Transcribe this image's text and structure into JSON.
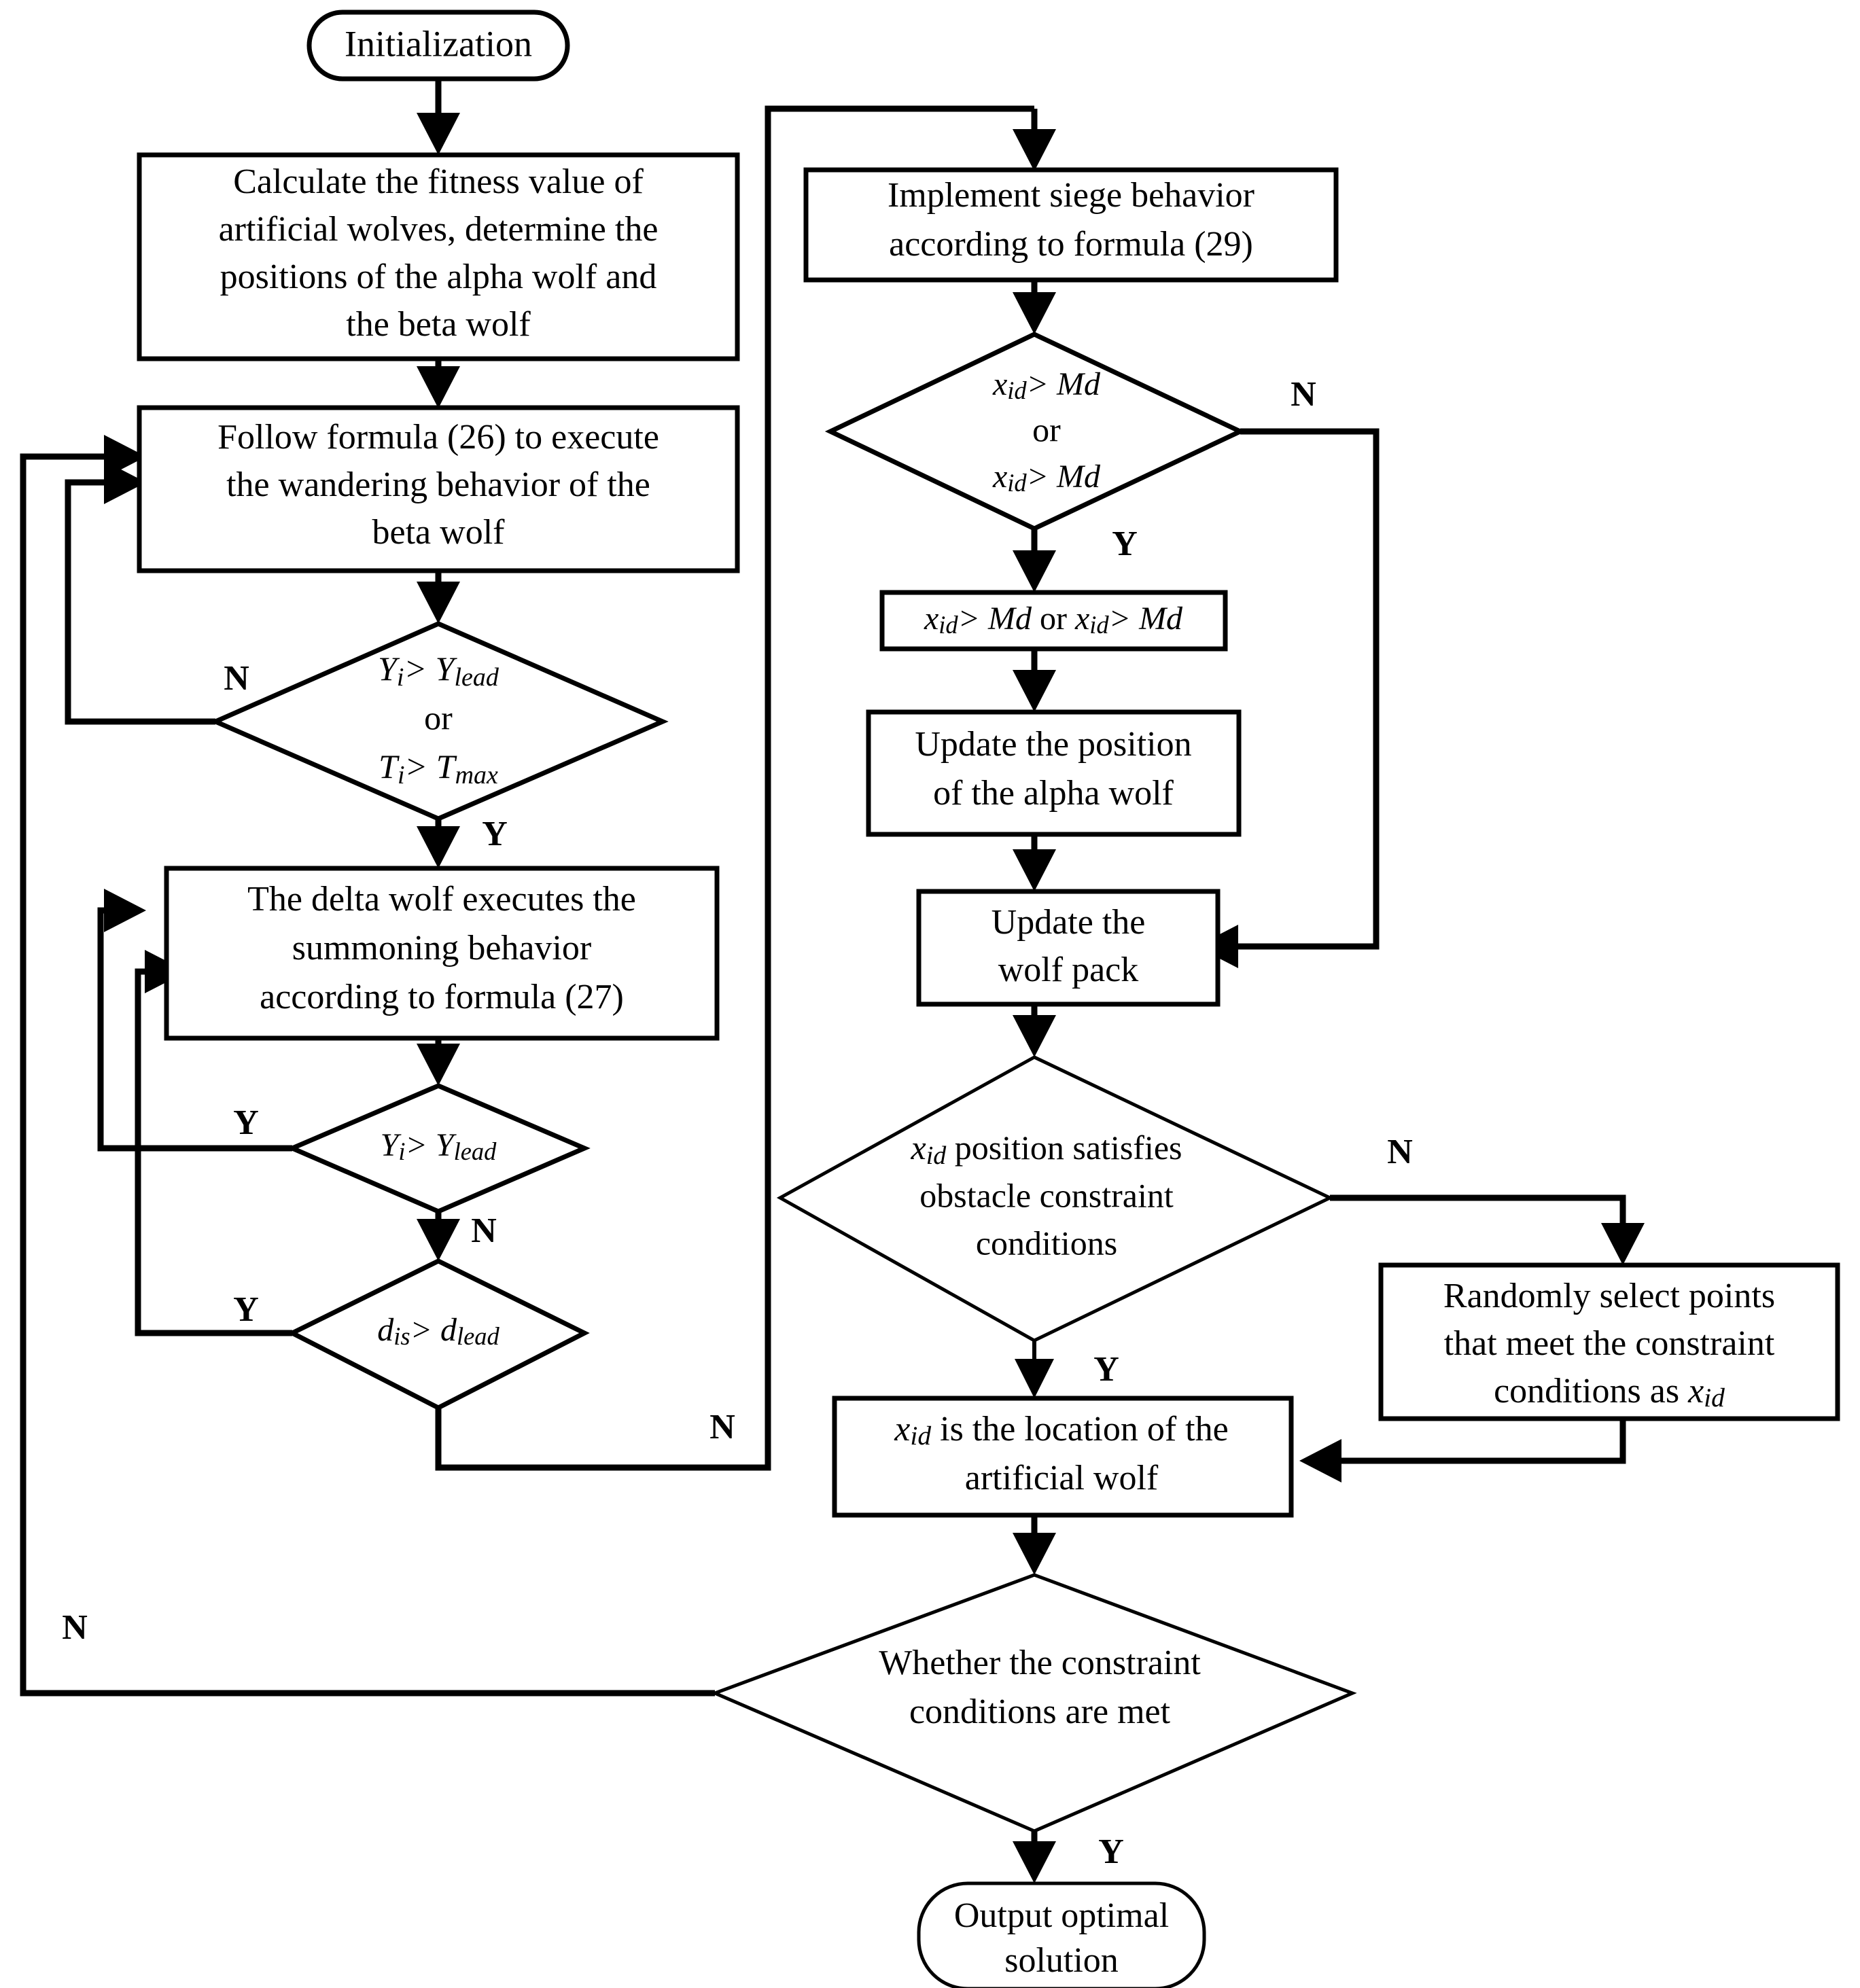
{
  "diagram": {
    "title": "Wolf pack algorithm path planning flowchart",
    "colors": {
      "line": "#000000",
      "fill": "#ffffff",
      "text": "#000000"
    }
  },
  "nodes": {
    "start": {
      "label": "Initialization",
      "shape": "terminator"
    },
    "fitness": {
      "line1": "Calculate the fitness value of",
      "line2": "artificial wolves, determine the",
      "line3": "positions of the alpha wolf and",
      "line4": "the beta wolf",
      "shape": "process"
    },
    "wander": {
      "line1": "Follow formula (26) to execute",
      "line2": "the wandering behavior of the",
      "line3": "beta wolf",
      "shape": "process"
    },
    "decision_wander": {
      "line1_a": "Y",
      "line1_sub": "i",
      "line1_b": "> Y",
      "line1_sub2": "lead",
      "line2": "or",
      "line3_a": "T",
      "line3_sub": "i",
      "line3_b": "> T",
      "line3_sub2": "max",
      "shape": "decision",
      "plain": "Yi> Ylead or Ti> Tmax"
    },
    "summon": {
      "line1": "The delta wolf executes the",
      "line2": "summoning behavior",
      "line3": "according to formula (27)",
      "shape": "process"
    },
    "decision_ylead": {
      "a": "Y",
      "sub": "i",
      "b": "> Y",
      "sub2": "lead",
      "shape": "decision",
      "plain": "Yi> Ylead"
    },
    "decision_dlead": {
      "a": "d",
      "sub": "is",
      "b": "> d",
      "sub2": "lead",
      "shape": "decision",
      "plain": "dis> dlead"
    },
    "siege": {
      "line1": "Implement siege behavior",
      "line2": "according to formula (29)",
      "shape": "process"
    },
    "decision_md": {
      "line1_a": "x",
      "line1_sub": "id",
      "line1_b": "> Md",
      "line2": "or",
      "line3_a": "x",
      "line3_sub": "id",
      "line3_b": "> Md",
      "shape": "decision",
      "plain": "xid> Md or xid> Md"
    },
    "md_box": {
      "a": "x",
      "sub": "id",
      "b": "> Md ",
      "mid": "or ",
      "c": "x",
      "sub2": "id",
      "d": "> Md",
      "shape": "process",
      "plain": "xid> Md or xid> Md"
    },
    "update_alpha": {
      "line1": "Update the position",
      "line2": "of the alpha wolf",
      "shape": "process"
    },
    "update_pack": {
      "line1": "Update the",
      "line2": "wolf pack",
      "shape": "process"
    },
    "decision_obstacle": {
      "line1_a": "x",
      "line1_sub": "id",
      "line1_b": " position satisfies",
      "line2": "obstacle constraint",
      "line3": "conditions",
      "shape": "decision",
      "plain": "xid position satisfies obstacle constraint conditions"
    },
    "random_points": {
      "line1": "Randomly select points",
      "line2": "that meet the constraint",
      "line3_a": "conditions as ",
      "line3_sub_base": "x",
      "line3_sub": "id",
      "shape": "process",
      "plain": "Randomly select points that meet the constraint conditions as xid"
    },
    "location": {
      "line1_a": "x",
      "line1_sub": "id",
      "line1_b": " is the location of the",
      "line2": "artificial wolf",
      "shape": "process",
      "plain": "xid is the location of the artificial wolf"
    },
    "decision_constraint": {
      "line1": "Whether the constraint",
      "line2": "conditions are met",
      "shape": "decision"
    },
    "output": {
      "line1": "Output optimal",
      "line2": "solution",
      "shape": "terminator"
    }
  },
  "edge_labels": {
    "wander_n": "N",
    "wander_y": "Y",
    "ylead_y": "Y",
    "ylead_n": "N",
    "dlead_y": "Y",
    "dlead_n": "N",
    "md_n": "N",
    "md_y": "Y",
    "obstacle_n": "N",
    "obstacle_y": "Y",
    "constraint_n": "N",
    "constraint_y": "Y"
  }
}
